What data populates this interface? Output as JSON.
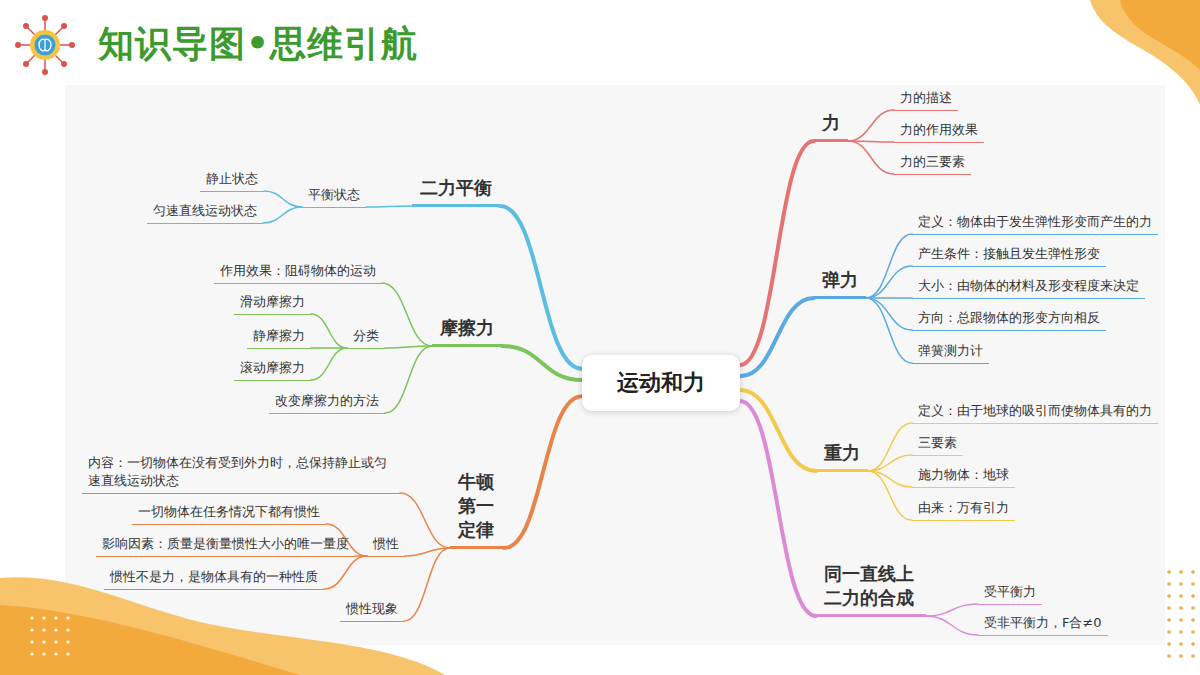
{
  "diagram": {
    "title": "知识导图•思维引航",
    "nodes": [
      {
        "text": [
          "运动和力"
        ]
      },
      {
        "text": [
          "力"
        ]
      },
      {
        "text": [
          "力的描述"
        ]
      },
      {
        "text": [
          "力的作用效果"
        ]
      },
      {
        "text": [
          "力的三要素"
        ]
      },
      {
        "text": [
          "弹力"
        ]
      },
      {
        "text": [
          "定义：物体由于发生弹性形变而产生的力"
        ]
      },
      {
        "text": [
          "产生条件：接触且发生弹性形变"
        ]
      },
      {
        "text": [
          "大小：由物体的材料及形变程度来决定"
        ]
      },
      {
        "text": [
          "方向：总跟物体的形变方向相反"
        ]
      },
      {
        "text": [
          "弹簧测力计"
        ]
      },
      {
        "text": [
          "重力"
        ]
      },
      {
        "text": [
          "定义：由于地球的吸引而使物体具有的力"
        ]
      },
      {
        "text": [
          "三要素"
        ]
      },
      {
        "text": [
          "施力物体：地球"
        ]
      },
      {
        "text": [
          "由来：万有引力"
        ]
      },
      {
        "text": [
          "同一直线上二力的合成"
        ]
      },
      {
        "text": [
          "受平衡力"
        ]
      },
      {
        "text": [
          "受非平衡力，F合≠0"
        ]
      },
      {
        "text": [
          "二力平衡"
        ]
      },
      {
        "text": [
          "平衡状态"
        ]
      },
      {
        "text": [
          "静止状态"
        ]
      },
      {
        "text": [
          "匀速直线运动状态"
        ]
      },
      {
        "text": [
          "摩擦力"
        ]
      },
      {
        "text": [
          "作用效果：阻碍物体的运动"
        ]
      },
      {
        "text": [
          "分类"
        ]
      },
      {
        "text": [
          "滑动摩擦力"
        ]
      },
      {
        "text": [
          "静摩擦力"
        ]
      },
      {
        "text": [
          "滚动摩擦力"
        ]
      },
      {
        "text": [
          "改变摩擦力的方法"
        ]
      },
      {
        "text": [
          "牛顿第一定律"
        ]
      },
      {
        "text": [
          "内容：一切物体在没有受到外力时，总保持静止或匀速直线运动状态"
        ]
      },
      {
        "text": [
          "惯性"
        ]
      },
      {
        "text": [
          "一切物体在任务情况下都有惯性"
        ]
      },
      {
        "text": [
          "影响因素：质量是衡量惯性大小的唯一量度"
        ]
      },
      {
        "text": [
          "惯性不是力，是物体具有的一种性质"
        ]
      },
      {
        "text": [
          "惯性现象"
        ]
      }
    ],
    "edges": [
      {
        "from": 0,
        "to": 1,
        "arrow": "none"
      },
      {
        "from": 1,
        "to": 2,
        "arrow": "none"
      },
      {
        "from": 1,
        "to": 3,
        "arrow": "none"
      },
      {
        "from": 1,
        "to": 4,
        "arrow": "none"
      },
      {
        "from": 0,
        "to": 5,
        "arrow": "none"
      },
      {
        "from": 5,
        "to": 6,
        "arrow": "none"
      },
      {
        "from": 5,
        "to": 7,
        "arrow": "none"
      },
      {
        "from": 5,
        "to": 8,
        "arrow": "none"
      },
      {
        "from": 5,
        "to": 9,
        "arrow": "none"
      },
      {
        "from": 5,
        "to": 10,
        "arrow": "none"
      },
      {
        "from": 0,
        "to": 11,
        "arrow": "none"
      },
      {
        "from": 11,
        "to": 12,
        "arrow": "none"
      },
      {
        "from": 11,
        "to": 13,
        "arrow": "none"
      },
      {
        "from": 11,
        "to": 14,
        "arrow": "none"
      },
      {
        "from": 11,
        "to": 15,
        "arrow": "none"
      },
      {
        "from": 0,
        "to": 16,
        "arrow": "none"
      },
      {
        "from": 16,
        "to": 17,
        "arrow": "none"
      },
      {
        "from": 16,
        "to": 18,
        "arrow": "none"
      },
      {
        "from": 0,
        "to": 19,
        "arrow": "none"
      },
      {
        "from": 19,
        "to": 20,
        "arrow": "none"
      },
      {
        "from": 20,
        "to": 21,
        "arrow": "none"
      },
      {
        "from": 20,
        "to": 22,
        "arrow": "none"
      },
      {
        "from": 0,
        "to": 23,
        "arrow": "none"
      },
      {
        "from": 23,
        "to": 24,
        "arrow": "none"
      },
      {
        "from": 23,
        "to": 25,
        "arrow": "none"
      },
      {
        "from": 25,
        "to": 26,
        "arrow": "none"
      },
      {
        "from": 25,
        "to": 27,
        "arrow": "none"
      },
      {
        "from": 25,
        "to": 28,
        "arrow": "none"
      },
      {
        "from": 23,
        "to": 29,
        "arrow": "none"
      },
      {
        "from": 0,
        "to": 30,
        "arrow": "none"
      },
      {
        "from": 30,
        "to": 31,
        "arrow": "none"
      },
      {
        "from": 30,
        "to": 32,
        "arrow": "none"
      },
      {
        "from": 32,
        "to": 33,
        "arrow": "none"
      },
      {
        "from": 32,
        "to": 34,
        "arrow": "none"
      },
      {
        "from": 32,
        "to": 35,
        "arrow": "none"
      },
      {
        "from": 30,
        "to": 36,
        "arrow": "none"
      }
    ]
  }
}
